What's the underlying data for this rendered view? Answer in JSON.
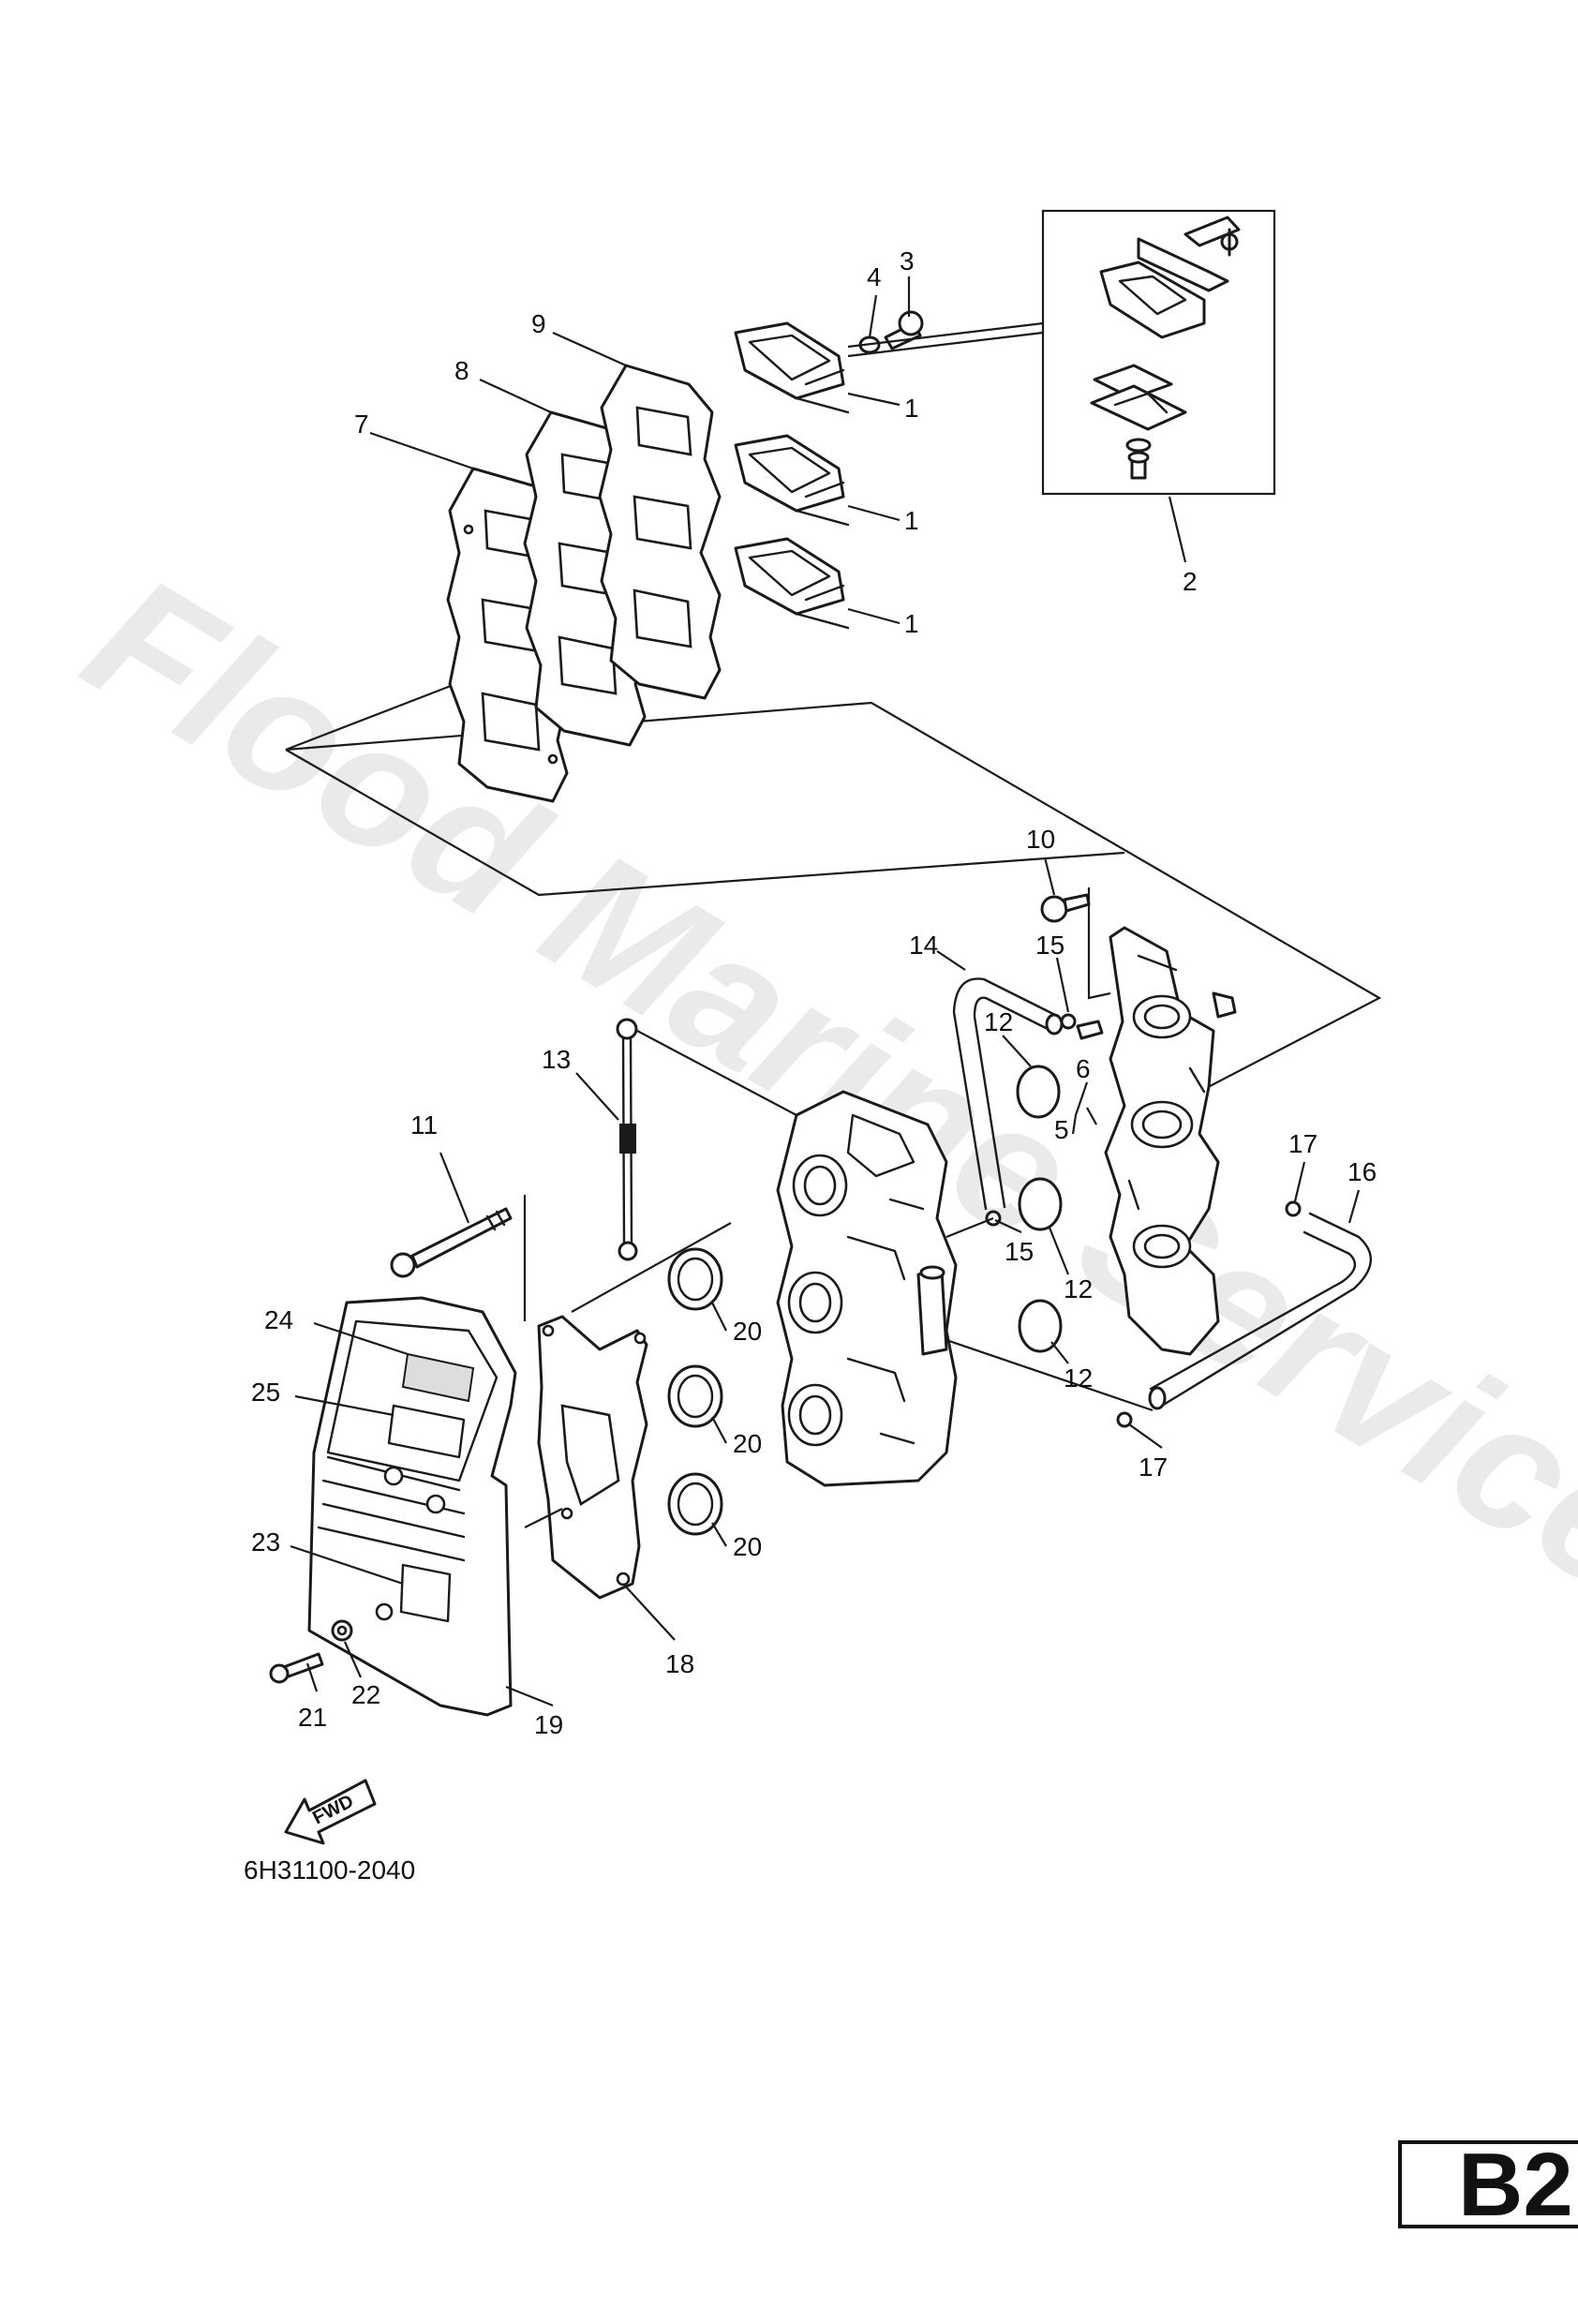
{
  "watermark": "Flood Marine Services",
  "diagram_code": "6H31100-2040",
  "page_label": "B2",
  "fwd_label": "FWD",
  "callouts": {
    "c1": "1",
    "c2": "2",
    "c3": "3",
    "c4": "4",
    "c5": "5",
    "c6": "6",
    "c7": "7",
    "c8": "8",
    "c9": "9",
    "c10": "10",
    "c11": "11",
    "c12": "12",
    "c13": "13",
    "c14": "14",
    "c15": "15",
    "c16": "16",
    "c17": "17",
    "c18": "18",
    "c19": "19",
    "c20": "20",
    "c21": "21",
    "c22": "22",
    "c23": "23",
    "c24": "24",
    "c25": "25"
  }
}
